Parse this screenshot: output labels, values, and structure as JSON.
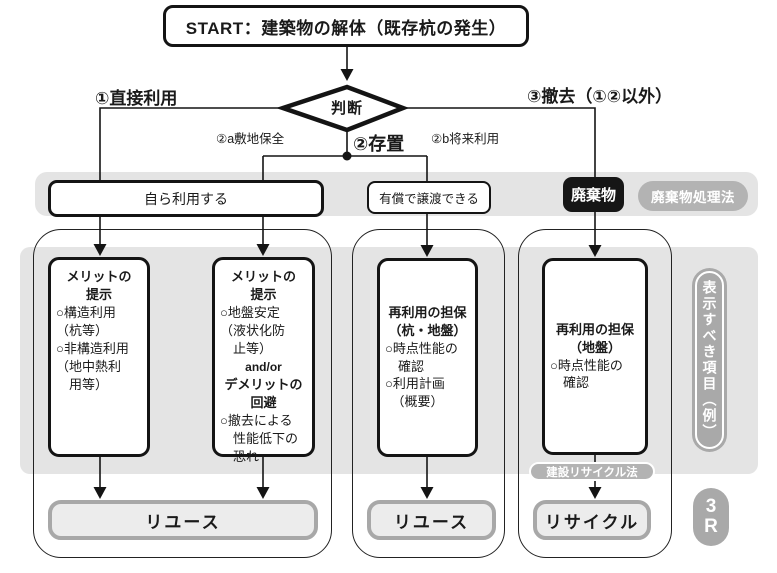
{
  "title": {
    "start": "START：建築物の解体（既存杭の発生）"
  },
  "decision": {
    "label": "判断"
  },
  "branches": {
    "direct_use": "①直接利用",
    "preservation": "②存置",
    "site_preservation": "②a敷地保全",
    "future_use": "②b将来利用",
    "removal": "③撤去（①②以外）"
  },
  "status_row": {
    "own_use": "自ら利用する",
    "paid_transfer": "有償で譲渡できる",
    "waste": "廃棄物",
    "waste_law": "廃棄物処理法"
  },
  "boxes": {
    "box1": {
      "title_lines": [
        "メリットの",
        "提示"
      ],
      "body_lines": [
        "○構造利用",
        "（杭等）",
        "○非構造利用",
        "（地中熱利",
        "　用等）"
      ]
    },
    "box2": {
      "title_lines": [
        "メリットの",
        "提示"
      ],
      "body1_lines": [
        "○地盤安定",
        "（液状化防",
        "　止等）"
      ],
      "mid": "and/or",
      "title2_lines": [
        "デメリットの",
        "回避"
      ],
      "body2_lines": [
        "○撤去による",
        "　性能低下の",
        "　恐れ"
      ]
    },
    "box3": {
      "title_lines": [
        "再利用の担保",
        "（杭・地盤）"
      ],
      "body_lines": [
        "○時点性能の",
        "　確認",
        "○利用計画",
        "　（概要）"
      ]
    },
    "box4": {
      "title_lines": [
        "再利用の担保",
        "（地盤）"
      ],
      "body_lines": [
        "○時点性能の",
        "　確認"
      ]
    }
  },
  "side_labels": {
    "recycle_law": "建設リサイクル法",
    "display_items": "表示すべき項目（例）",
    "three_r_lines": [
      "3",
      "R"
    ]
  },
  "results": {
    "reuse1": "リユース",
    "reuse2": "リユース",
    "recycle": "リサイクル"
  },
  "colors": {
    "panel_gray": "#e4e4e4",
    "pill_gray": "#b3b3b3",
    "side_pill_gray": "#a9a9a9",
    "line_black": "#141414",
    "waste_black": "#161616",
    "result_fill": "#ececec",
    "result_border": "#a8a8a8"
  }
}
